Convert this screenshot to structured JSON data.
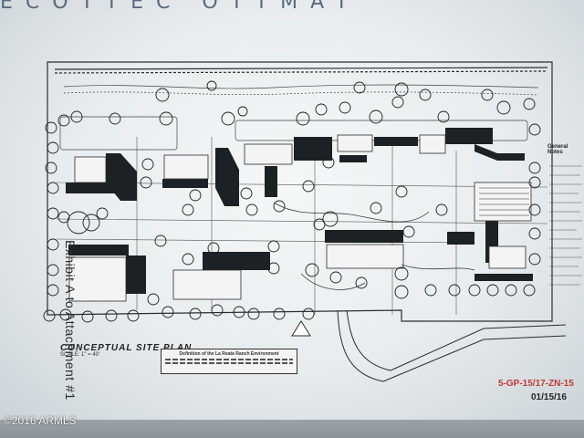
{
  "banner": {
    "text": "ECOTTEC OTTMAT"
  },
  "side_label": "Exhibit A to Attachment #1",
  "plan": {
    "title": "CONCEPTUAL SITE PLAN",
    "scale": "SCALE: 1\" = 40'",
    "legend_title": "Definition of the La Reata Ranch Environment",
    "notes_title": "General Notes"
  },
  "case_number": "5-GP-15/17-ZN-15",
  "date": "01/15/16",
  "copyright": "©2016 ARMLS",
  "colors": {
    "ink": "#1e2124",
    "case_red": "#c23a38",
    "paper": "#f2f4f5"
  }
}
